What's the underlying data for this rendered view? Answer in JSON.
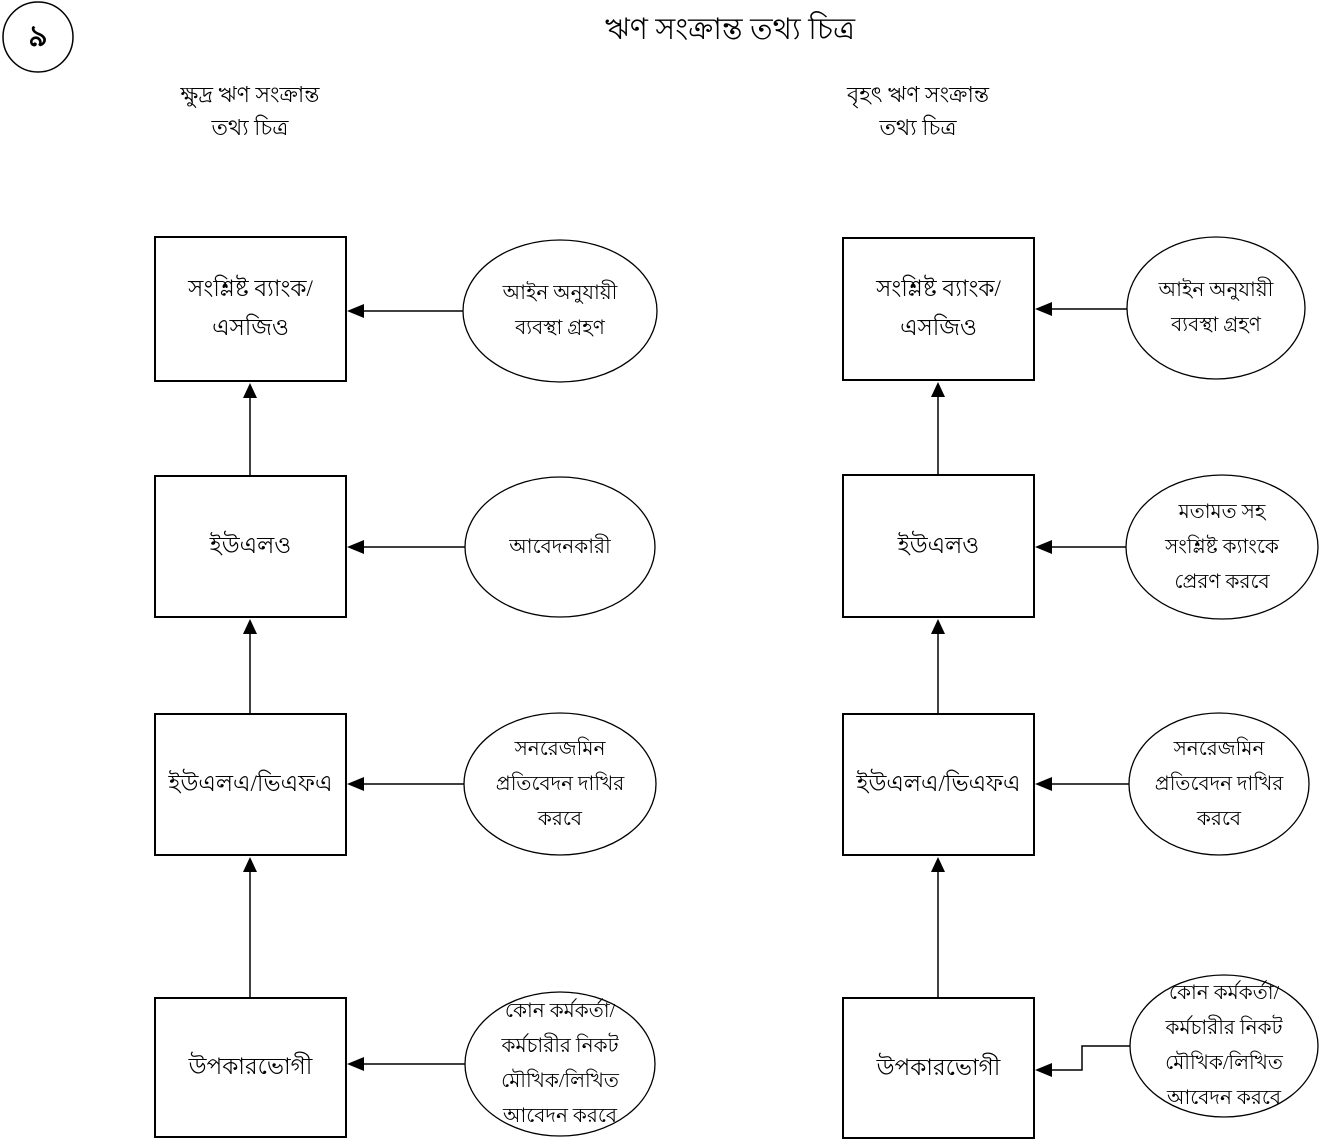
{
  "badge": {
    "number": "৯"
  },
  "title": "ঋণ সংক্রান্ত তথ্য চিত্র",
  "colors": {
    "stroke": "#000000",
    "background": "#ffffff"
  },
  "columns": [
    {
      "id": "micro-loan",
      "header": "ক্ষুদ্র ঋণ সংক্রান্ত\nতথ্য চিত্র",
      "nodes": [
        "সংশ্লিষ্ট ব্যাংক/এসজিও",
        "ইউএলও",
        "ইউএলএ/ভিএফএ",
        "উপকারভোগী"
      ],
      "bubbles": [
        "আইন অনুযায়ী\nব্যবস্থা গ্রহণ",
        "আবেদনকারী",
        "সনরেজমিন\nপ্রতিবেদন দাখির\nকরবে",
        "কোন কর্মকর্তা/\nকর্মচারীর নিকট\nমৌখিক/লিখিত\nআবেদন করবে"
      ]
    },
    {
      "id": "large-loan",
      "header": "বৃহৎ ঋণ সংক্রান্ত\nতথ্য চিত্র",
      "nodes": [
        "সংশ্লিষ্ট ব্যাংক/এসজিও",
        "ইউএলও",
        "ইউএলএ/ভিএফএ",
        "উপকারভোগী"
      ],
      "bubbles": [
        "আইন অনুযায়ী\nব্যবস্থা গ্রহণ",
        "মতামত সহ\nসংশ্লিষ্ট ক্যাংকে\nপ্রেরণ করবে",
        "সনরেজমিন\nপ্রতিবেদন দাখির\nকরবে",
        "কোন কর্মকর্তা/\nকর্মচারীর নিকট\nমৌখিক/লিখিত\nআবেদন করবে"
      ]
    }
  ]
}
